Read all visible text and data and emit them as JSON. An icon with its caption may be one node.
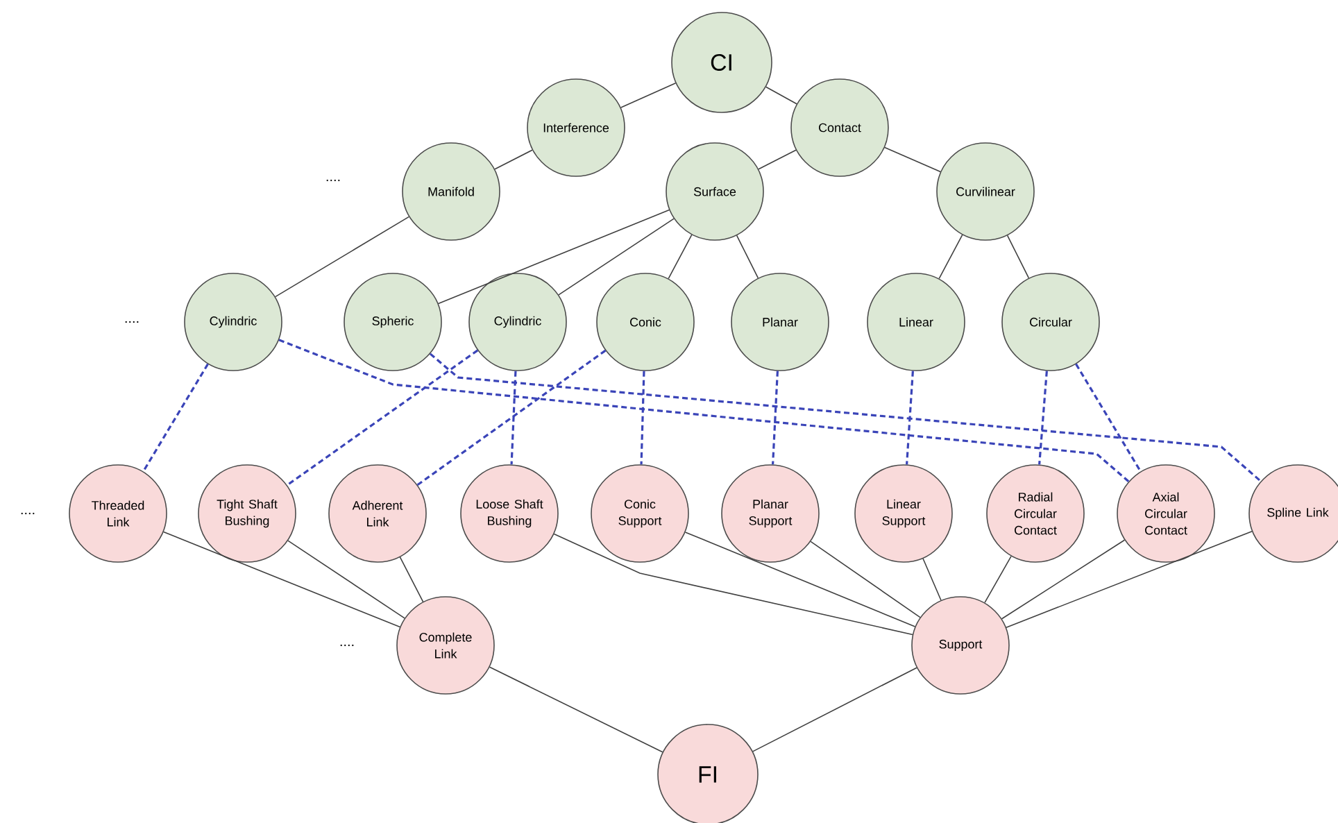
{
  "diagram": {
    "nodes": [
      {
        "text": [
          "CI"
        ]
      },
      {
        "text": [
          "Interference"
        ]
      },
      {
        "text": [
          "Contact"
        ]
      },
      {
        "text": [
          "Manifold"
        ]
      },
      {
        "text": [
          "Surface"
        ]
      },
      {
        "text": [
          "Curvilinear"
        ]
      },
      {
        "text": [
          "Cylindric"
        ]
      },
      {
        "text": [
          "Spheric"
        ]
      },
      {
        "text": [
          "Cylindric"
        ]
      },
      {
        "text": [
          "Conic"
        ]
      },
      {
        "text": [
          "Planar"
        ]
      },
      {
        "text": [
          "Linear"
        ]
      },
      {
        "text": [
          "Circular"
        ]
      },
      {
        "text": [
          "Threaded Link"
        ]
      },
      {
        "text": [
          "Tight Shaft Bushing"
        ]
      },
      {
        "text": [
          "Adherent Link"
        ]
      },
      {
        "text": [
          "Loose Shaft Bushing"
        ]
      },
      {
        "text": [
          "Conic Support"
        ]
      },
      {
        "text": [
          "Planar Support"
        ]
      },
      {
        "text": [
          "Linear Support"
        ]
      },
      {
        "text": [
          "Radial Circular Contact"
        ]
      },
      {
        "text": [
          "Axial Circular Contact"
        ]
      },
      {
        "text": [
          "Spline Link"
        ]
      },
      {
        "text": [
          "Complete Link"
        ]
      },
      {
        "text": [
          "Support"
        ]
      },
      {
        "text": [
          "FI"
        ]
      }
    ],
    "edges": [
      {
        "from": 0,
        "to": 1,
        "arrow": "none"
      },
      {
        "from": 0,
        "to": 2,
        "arrow": "none"
      },
      {
        "from": 1,
        "to": 3,
        "arrow": "none"
      },
      {
        "from": 2,
        "to": 4,
        "arrow": "none"
      },
      {
        "from": 2,
        "to": 5,
        "arrow": "none"
      },
      {
        "from": 3,
        "to": 6,
        "arrow": "none"
      },
      {
        "from": 4,
        "to": 7,
        "arrow": "none"
      },
      {
        "from": 4,
        "to": 8,
        "arrow": "none"
      },
      {
        "from": 4,
        "to": 9,
        "arrow": "none"
      },
      {
        "from": 4,
        "to": 10,
        "arrow": "none"
      },
      {
        "from": 5,
        "to": 11,
        "arrow": "none"
      },
      {
        "from": 5,
        "to": 12,
        "arrow": "none"
      },
      {
        "from": 6,
        "to": 13,
        "arrow": "none",
        "style": "dashed",
        "color": "#3a44b8"
      },
      {
        "from": 6,
        "to": 21,
        "arrow": "none",
        "style": "dashed",
        "color": "#3a44b8"
      },
      {
        "from": 7,
        "to": 22,
        "arrow": "none",
        "style": "dashed",
        "color": "#3a44b8"
      },
      {
        "from": 8,
        "to": 14,
        "arrow": "none",
        "style": "dashed",
        "color": "#3a44b8"
      },
      {
        "from": 8,
        "to": 16,
        "arrow": "none",
        "style": "dashed",
        "color": "#3a44b8"
      },
      {
        "from": 9,
        "to": 15,
        "arrow": "none",
        "style": "dashed",
        "color": "#3a44b8"
      },
      {
        "from": 9,
        "to": 17,
        "arrow": "none",
        "style": "dashed",
        "color": "#3a44b8"
      },
      {
        "from": 10,
        "to": 18,
        "arrow": "none",
        "style": "dashed",
        "color": "#3a44b8"
      },
      {
        "from": 11,
        "to": 19,
        "arrow": "none",
        "style": "dashed",
        "color": "#3a44b8"
      },
      {
        "from": 12,
        "to": 20,
        "arrow": "none",
        "style": "dashed",
        "color": "#3a44b8"
      },
      {
        "from": 12,
        "to": 21,
        "arrow": "none",
        "style": "dashed",
        "color": "#3a44b8"
      },
      {
        "from": 13,
        "to": 23,
        "arrow": "none"
      },
      {
        "from": 14,
        "to": 23,
        "arrow": "none"
      },
      {
        "from": 15,
        "to": 23,
        "arrow": "none"
      },
      {
        "from": 16,
        "to": 24,
        "arrow": "none"
      },
      {
        "from": 17,
        "to": 24,
        "arrow": "none"
      },
      {
        "from": 18,
        "to": 24,
        "arrow": "none"
      },
      {
        "from": 19,
        "to": 24,
        "arrow": "none"
      },
      {
        "from": 20,
        "to": 24,
        "arrow": "none"
      },
      {
        "from": 21,
        "to": 24,
        "arrow": "none"
      },
      {
        "from": 22,
        "to": 24,
        "arrow": "none"
      },
      {
        "from": 23,
        "to": 25,
        "arrow": "none"
      },
      {
        "from": 24,
        "to": 25,
        "arrow": "none"
      }
    ],
    "labels": [
      "....",
      "....",
      "....",
      "...."
    ]
  }
}
